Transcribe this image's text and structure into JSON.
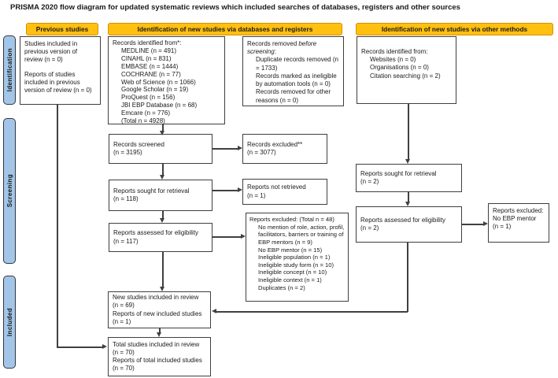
{
  "title": "PRISMA 2020 flow diagram for updated systematic reviews which included searches of databases, registers and other sources",
  "headers": {
    "previous": "Previous studies",
    "databases": "Identification of new studies via databases and registers",
    "other": "Identification of new studies via other methods"
  },
  "stages": {
    "identification": "Identification",
    "screening": "Screening",
    "included": "Included"
  },
  "colors": {
    "header_fill": "#FFC010",
    "header_border": "#D98E00",
    "stage_fill": "#A3C6E8",
    "stage_border": "#32373D",
    "box_border": "#3F3F3F",
    "arrow": "#404040",
    "text": "#1A1A1A"
  },
  "boxes": {
    "previous_studies": {
      "para1": "Studies included in previous version of review (n = 0)",
      "para2": "Reports of studies included in previous version of review (n = 0)"
    },
    "db_identified": {
      "lead": "Records identified from*:",
      "items": {
        "0": "MEDLINE (n = 491)",
        "1": "CINAHL (n = 831)",
        "2": "EMBASE (n = 1444)",
        "3": "COCHRANE (n = 77)",
        "4": "Web of Science (n = 1066)",
        "5": "Google Scholar (n = 19)",
        "6": "ProQuest (n = 156)",
        "7": "JBI EBP Database (n = 68)",
        "8": "Emcare (n = 776)",
        "9": "(Total n = 4928)"
      }
    },
    "records_removed": {
      "lead_1": "Records removed ",
      "lead_2": "before screening",
      "lead_3": ":",
      "items": {
        "0": "Duplicate records removed (n = 1733)",
        "1": "Records marked as ineligible by automation tools (n = 0)",
        "2": "Records removed for other reasons (n = 0)"
      }
    },
    "other_identified": {
      "lead": "Records identified from:",
      "items": {
        "0": "Websites (n = 0)",
        "1": "Organisations (n = 0)",
        "2": "Citation searching (n = 2)"
      }
    },
    "records_screened": {
      "line1": "Records screened",
      "line2": "(n = 3195)"
    },
    "records_excluded": {
      "line1": "Records excluded**",
      "line2": "(n = 3077)"
    },
    "reports_sought": {
      "line1": "Reports sought for retrieval",
      "line2": "(n = 118)"
    },
    "reports_not_retrieved": {
      "line1": "Reports not retrieved",
      "line2": "(n = 1)"
    },
    "reports_eligibility": {
      "line1": "Reports assessed for eligibility",
      "line2": "(n = 117)"
    },
    "reports_excluded": {
      "lead": "Reports excluded: (Total n = 48)",
      "items": {
        "0": "No mention of role, action, profil, facilitators, barriers or training of EBP mentors (n = 9)",
        "1": "No EBP mentor (n = 15)",
        "2": "Ineligible population (n = 1)",
        "3": "Ineligible study form  (n = 10)",
        "4": "Ineligible concept (n = 10)",
        "5": "Ineligible context (n = 1)",
        "6": "Duplicates (n = 2)"
      }
    },
    "new_included": {
      "line1": "New studies included in review",
      "line2": "(n = 69)",
      "line3": "Reports of new included studies",
      "line4": "(n = 1)"
    },
    "total_included": {
      "line1": "Total studies included in review",
      "line2": "(n = 70)",
      "line3": "Reports of total included studies",
      "line4": "(n = 70)"
    },
    "other_sought": {
      "line1": "Reports sought for retrieval",
      "line2": "(n = 2)"
    },
    "other_eligibility": {
      "line1": "Reports assessed for eligibility",
      "line2": "(n = 2)"
    },
    "other_excluded": {
      "line1": "Reports excluded:",
      "line2": "No EBP mentor",
      "line3": "(n = 1)"
    }
  }
}
